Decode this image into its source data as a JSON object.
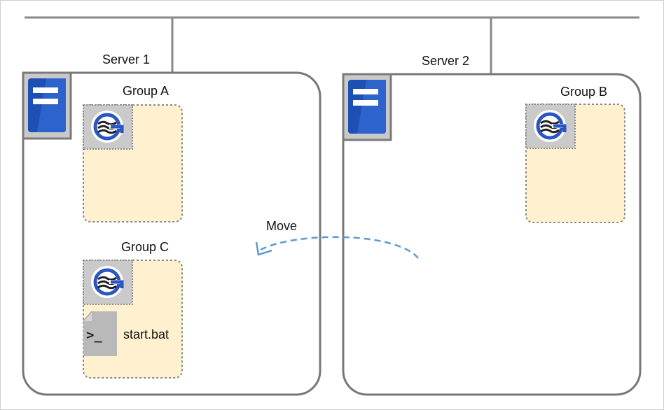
{
  "servers": [
    {
      "label": "Server 1"
    },
    {
      "label": "Server 2"
    }
  ],
  "groups": [
    {
      "label": "Group A"
    },
    {
      "label": "Group B"
    },
    {
      "label": "Group C"
    }
  ],
  "script_file": {
    "label": "start.bat",
    "icon": "terminal-script-icon",
    "glyph": ">_"
  },
  "move": {
    "label": "Move"
  },
  "colors": {
    "network_line": "#888888",
    "server_border": "#777777",
    "server_icon_blue": "#1e4fb4",
    "group_fill": "#fff0cf",
    "group_border": "#888888",
    "resource_tile": "#c8c8c8",
    "arrow": "#5b9bd5"
  }
}
